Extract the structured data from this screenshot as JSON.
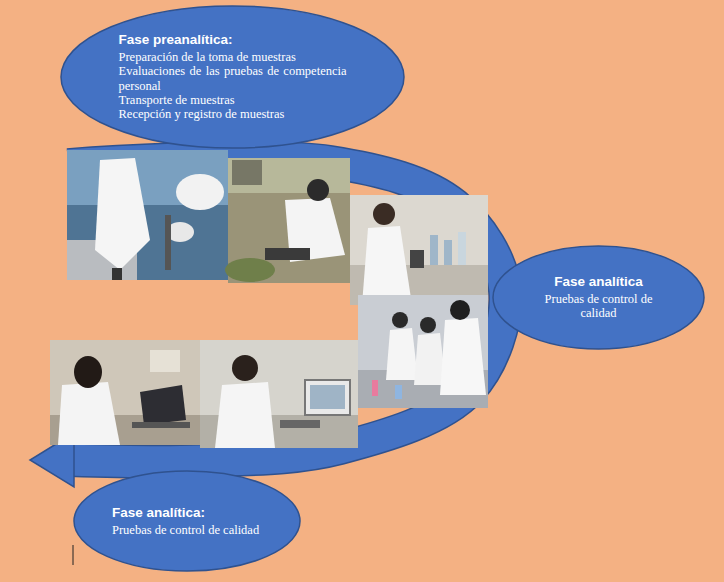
{
  "diagram": {
    "nodes": [
      {
        "text": [
          "Fase preanalítica:",
          "Preparación de la toma de muestras",
          "Evaluaciones de las pruebas de competencia personal",
          "Transporte de muestras",
          "Recepción y registro de muestras"
        ]
      },
      {
        "text": [
          "Fase analítica",
          "Pruebas de control de calidad"
        ]
      },
      {
        "text": [
          "Fase analítica:",
          "Pruebas de control de calidad"
        ]
      }
    ],
    "edges": [
      {
        "from": 0,
        "to": 2,
        "arrow": "to"
      }
    ]
  }
}
